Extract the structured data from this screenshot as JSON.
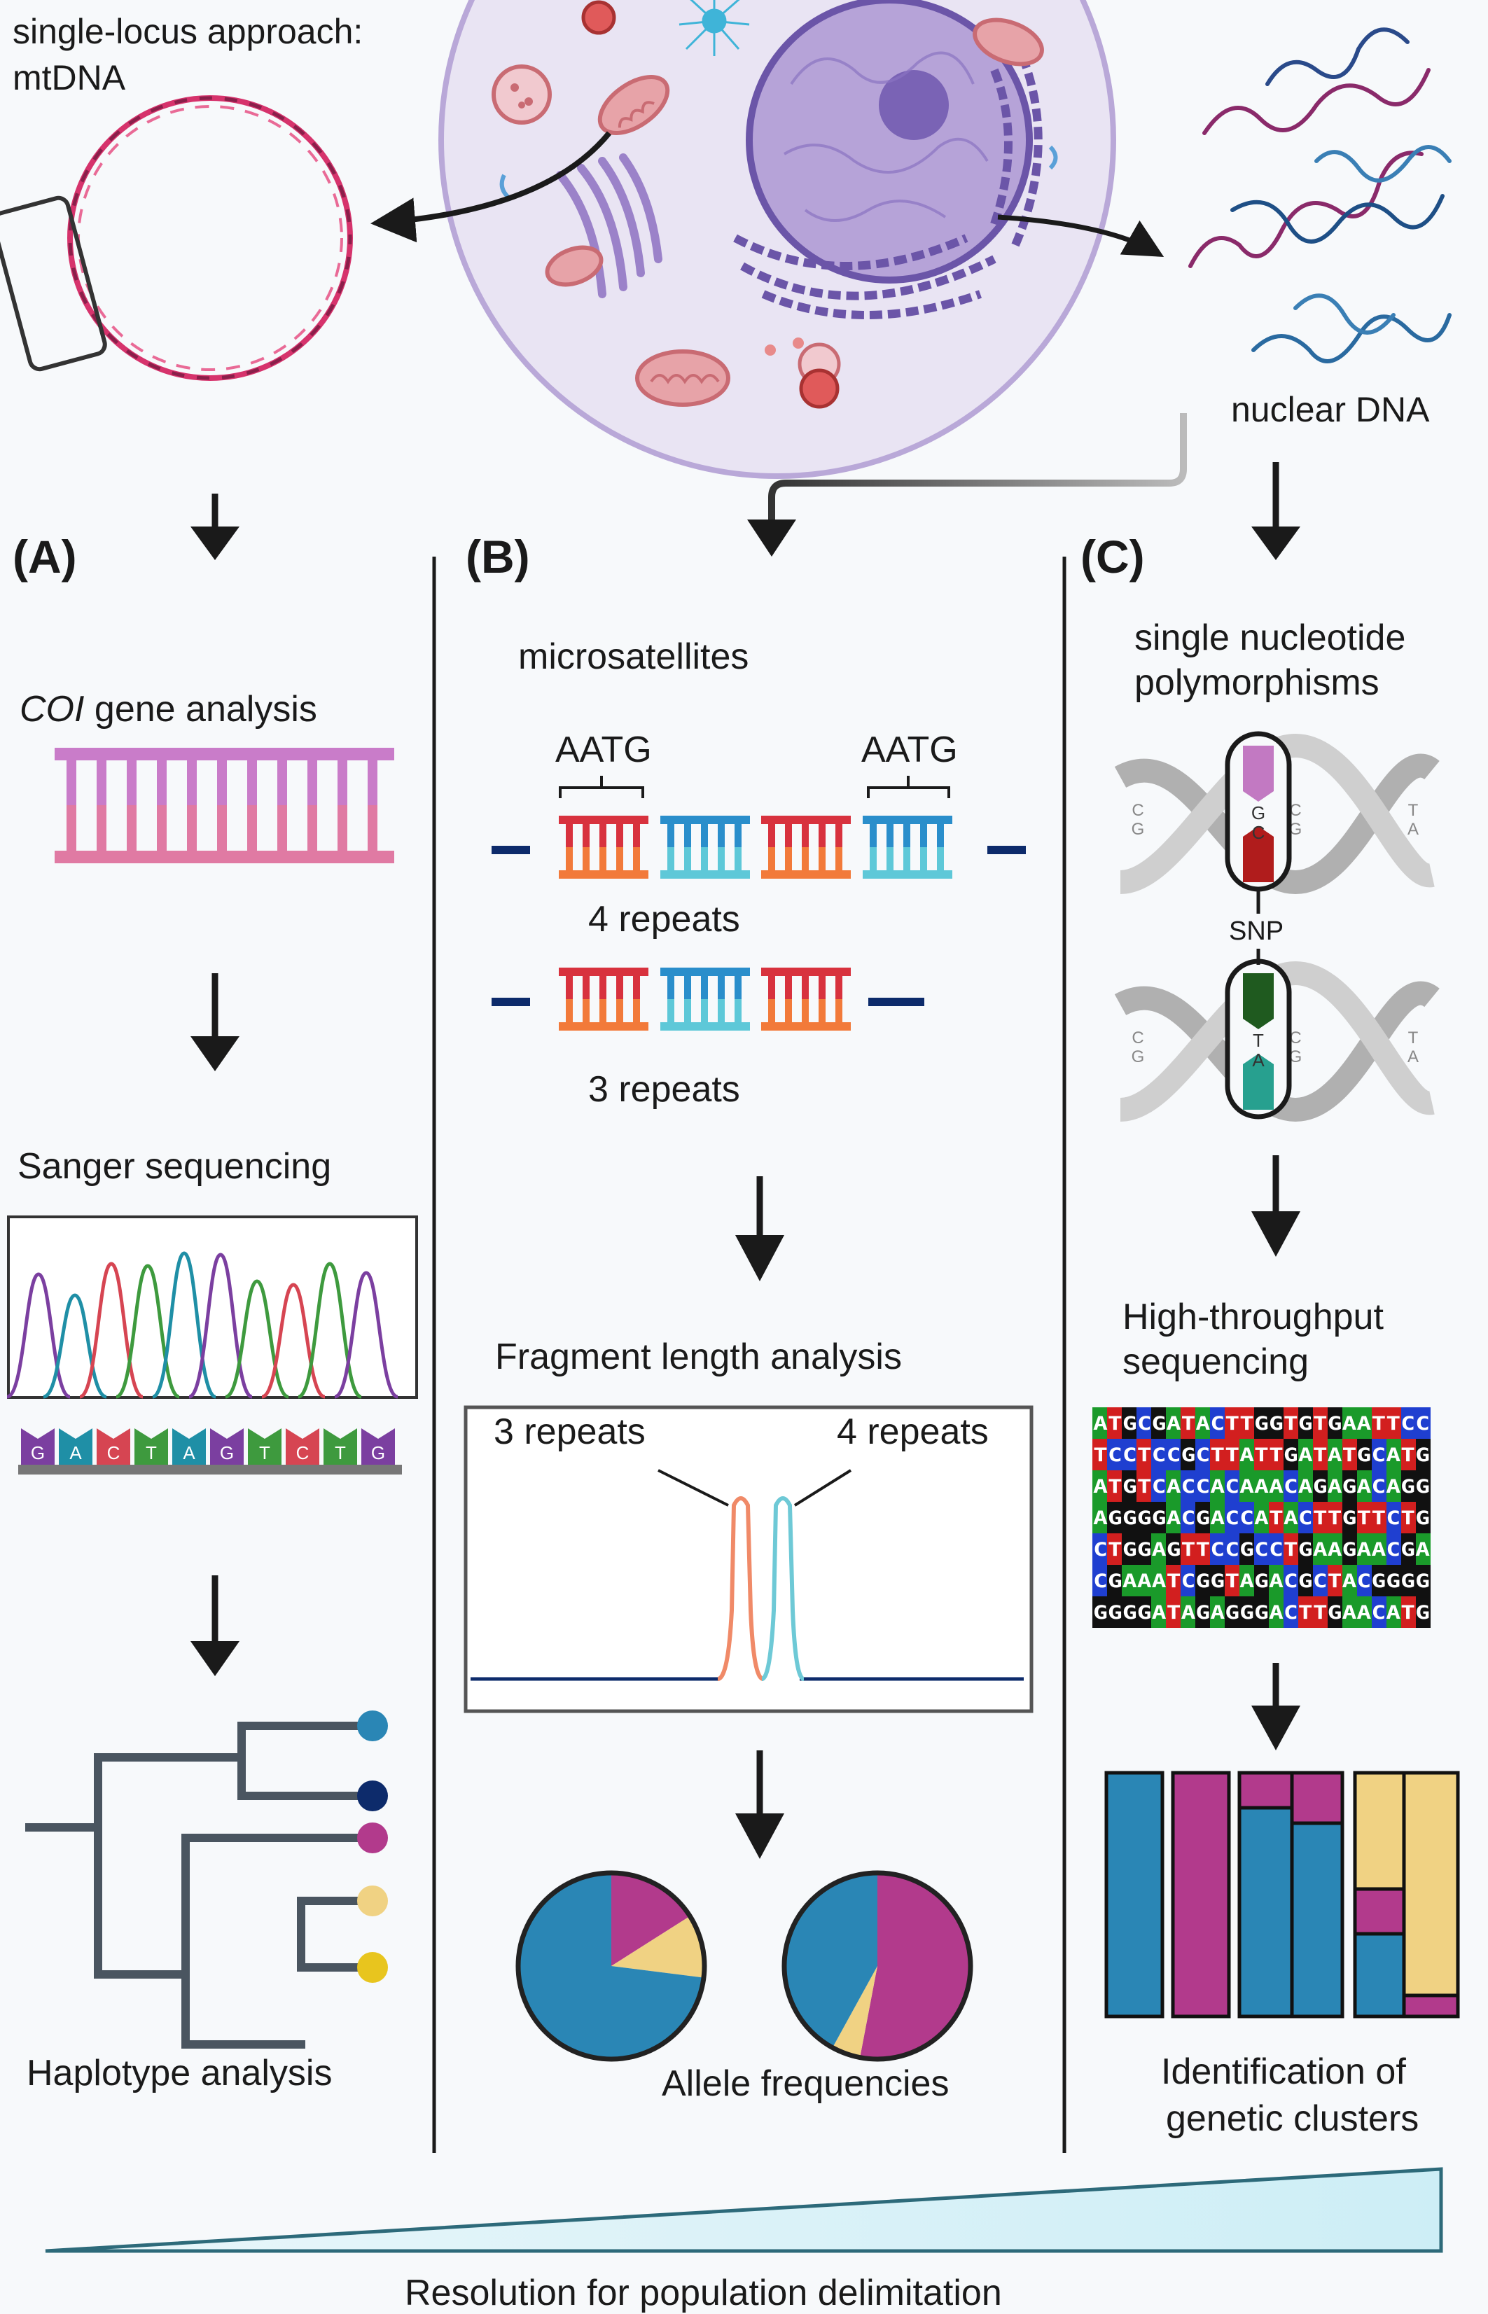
{
  "top": {
    "mtdna_label_line1": "single-locus approach:",
    "mtdna_label_line2": "mtDNA",
    "nuclear_label": "nuclear DNA"
  },
  "panel_a": {
    "letter": "(A)",
    "gene_italic": "COI",
    "gene_rest": " gene analysis",
    "sanger": "Sanger sequencing",
    "bases": [
      "G",
      "A",
      "C",
      "T",
      "A",
      "G",
      "T",
      "C",
      "T",
      "G"
    ],
    "haplotype": "Haplotype analysis"
  },
  "panel_b": {
    "letter": "(B)",
    "title": "microsatellites",
    "motif_left": "AATG",
    "motif_right": "AATG",
    "repeats4": "4 repeats",
    "repeats3": "3 repeats",
    "fragment": "Fragment length analysis",
    "peak_left": "3 repeats",
    "peak_right": "4 repeats",
    "allele": "Allele frequencies"
  },
  "panel_c": {
    "letter": "(C)",
    "title_line1": "single nucleotide",
    "title_line2": "polymorphisms",
    "snp": "SNP",
    "snp_top_bases": [
      "C",
      "G",
      "G",
      "C",
      "C",
      "G",
      "T",
      "A"
    ],
    "snp_bottom_bases": [
      "C",
      "G",
      "T",
      "A",
      "C",
      "G",
      "T",
      "A"
    ],
    "hts_line1": "High-throughput",
    "hts_line2": "sequencing",
    "sequence_rows": [
      "ATGCGATACTTGGTGTGAATTCC",
      "TCCTCCGCTTATTGATATGCATG",
      "ATGTCACCACAAACAGAGACAGG",
      "AGGGGACGACCATACTTGTTCTG",
      "CTGGAGTTCCGCCTGAAGAACGA",
      "CGAAATCGGTAGACGCTACGGGG",
      "GGGGATAGAGGGACTTGAACATG"
    ],
    "clusters_line1": "Identification of",
    "clusters_line2": "genetic clusters"
  },
  "bottom": {
    "resolution": "Resolution for population delimitation"
  },
  "colors": {
    "blue": "#2a86b5",
    "magenta": "#b23a8c",
    "sand": "#f0d283",
    "navy": "#0d2b6b",
    "pink": "#d6336c",
    "cell": "#e9e4f3"
  }
}
